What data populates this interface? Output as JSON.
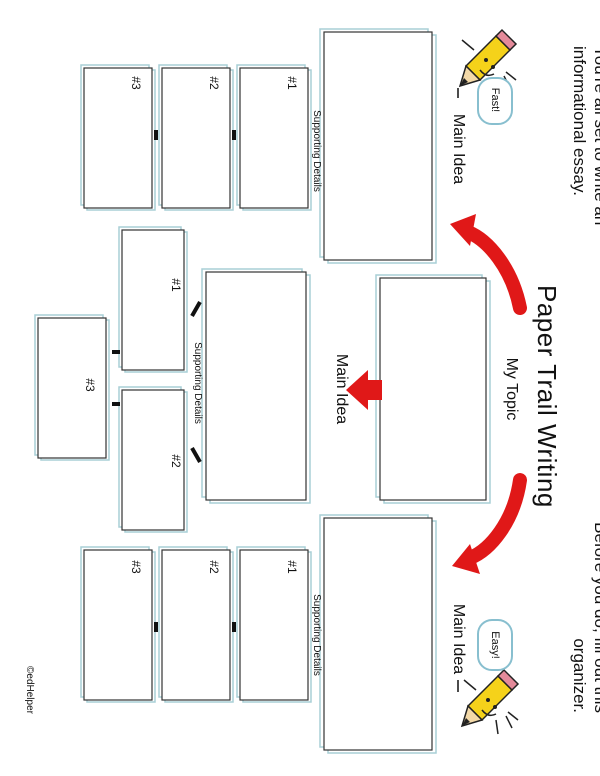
{
  "title": "Paper Trail Writing",
  "intro_left": "You're all set to write an informational essay.",
  "intro_right": "Before you do, fill out this organizer.",
  "bubbles": {
    "top": "Fast!",
    "bottom": "Easy!"
  },
  "labels": {
    "topic": "My Topic",
    "main_idea": "Main Idea",
    "supporting": "Supporting Details"
  },
  "numbers": {
    "n1": "#1",
    "n2": "#2",
    "n3": "#3"
  },
  "credit": "©edHelper",
  "colors": {
    "arrow": "#e01818",
    "paper_edge": "#a9cfd6",
    "ink": "#111111"
  },
  "icons": [
    "pencil-mascot-icon",
    "curved-arrow-icon",
    "short-arrow-icon"
  ]
}
